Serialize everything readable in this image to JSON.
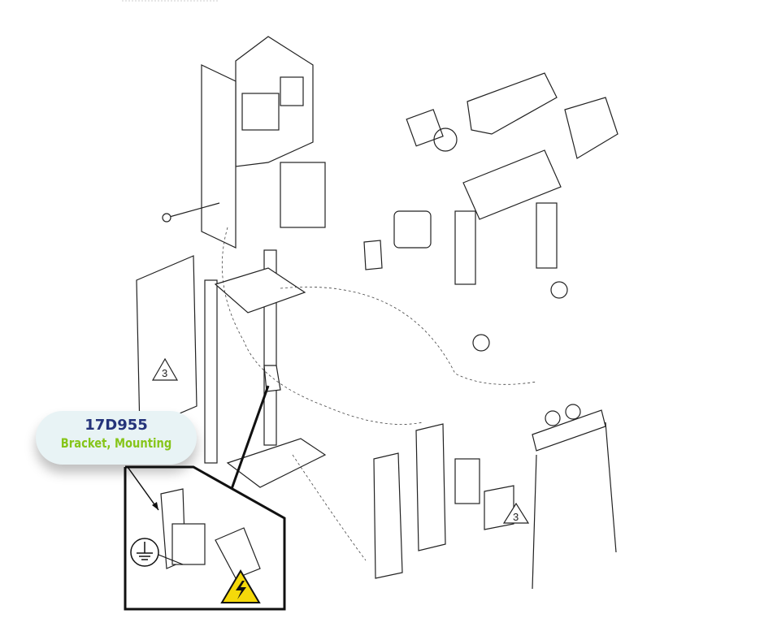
{
  "callout": {
    "part_number": "17D955",
    "description": "Bracket, Mounting"
  },
  "notes": {
    "note_ref_left": "3",
    "note_ref_right": "3"
  },
  "icons": [
    "ground-symbol-icon",
    "high-voltage-warning-icon"
  ],
  "colors": {
    "part_number": "#24337a",
    "description": "#86c51a",
    "warning": "#f5d90a"
  }
}
